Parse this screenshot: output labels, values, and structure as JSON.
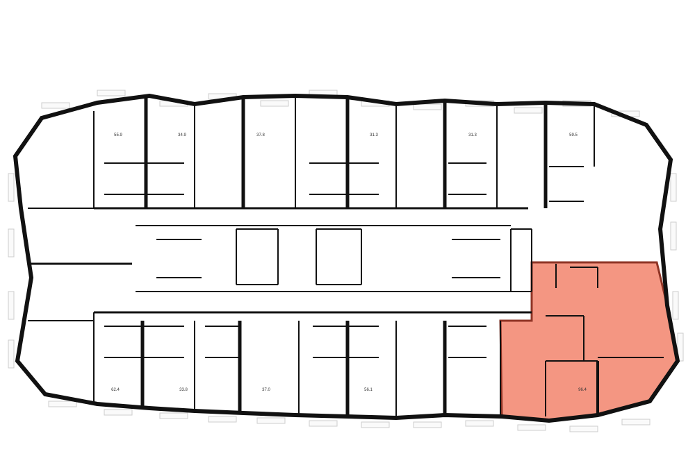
{
  "plan": {
    "highlight_color": "#f4917c",
    "highlight_edge": "#8a2a1a",
    "wall_color": "#111111",
    "top_units": [
      {
        "area": "55.9"
      },
      {
        "area": "34.9"
      },
      {
        "area": "37.8"
      },
      {
        "area": "31.3"
      },
      {
        "area": "31.3"
      },
      {
        "area": "59.5"
      }
    ],
    "bottom_units": [
      {
        "area": "62.4"
      },
      {
        "area": "33.8"
      },
      {
        "area": "37.0"
      },
      {
        "area": "56.1"
      },
      {
        "area": "96.4",
        "selected": true
      }
    ]
  }
}
